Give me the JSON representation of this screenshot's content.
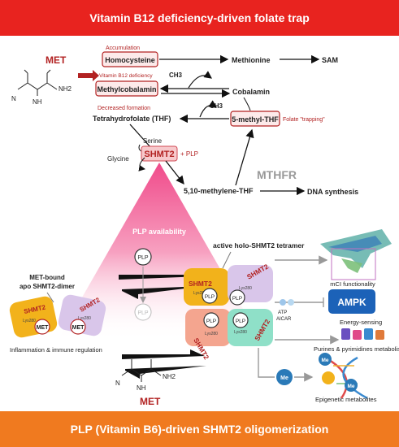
{
  "title_top": "Vitamin B12 deficiency-driven folate trap",
  "title_bottom": "PLP (Vitamin B6)-driven SHMT2 oligomerization",
  "labels": {
    "met": "MET",
    "met_bottom": "MET",
    "accumulation": "Accumulation",
    "homocysteine": "Homocysteine",
    "methionine": "Methionine",
    "sam": "SAM",
    "b12_def": "Vitamin B12 deficiency",
    "methylcobalamin": "Methylcobalamin",
    "ch3": "CH3",
    "ch3b": "CH3",
    "cobalamin": "Cobalamin",
    "decreased": "Decreased formation",
    "thf": "Tetrahydrofolate (THF)",
    "methylthf": "5-methyl-THF",
    "folate_trap": "Folate \"trapping\"",
    "serine": "Serine",
    "glycine": "Glycine",
    "shmt2": "SHMT2",
    "plus_plp": "+ PLP",
    "mthfr": "MTHFR",
    "methylene": "5,10-methylene-THF",
    "dna": "DNA synthesis",
    "plp_avail": "PLP availability",
    "holo": "active holo-SHMT2 tetramer",
    "met_bound_1": "MET-bound",
    "met_bound_2": "apo SHMT2-dimer",
    "inflam": "Inflammation & immune regulation",
    "mci": "mCI functionality",
    "ampk": "AMPK",
    "atp": "ATP",
    "aicar": "AICAR",
    "energy": "Energy-sensing",
    "purines": "Purines & pyrimidines metabolism",
    "epigenetic": "Epigenetic metabolites",
    "plp": "PLP",
    "lys": "Lys280",
    "me": "Me",
    "nh2": "NH2",
    "nh": "NH",
    "n": "N"
  },
  "colors": {
    "red_banner": "#e8231f",
    "orange_banner": "#f07a1f",
    "dark_red": "#b22222",
    "yellow": "#f2b21b",
    "lavender": "#d9c6ea",
    "salmon": "#f4a58f",
    "mint": "#8fe0c8",
    "ampk_blue": "#1c62b8",
    "me_blue": "#2a7ab8"
  }
}
